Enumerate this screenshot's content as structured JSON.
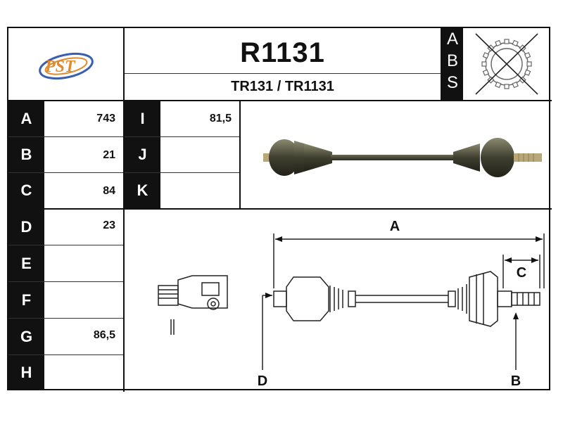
{
  "header": {
    "logo_text": "PST",
    "part_number": "R1131",
    "cross_reference": "TR131 / TR1131",
    "abs_letters": [
      "A",
      "B",
      "S"
    ]
  },
  "spec_left": [
    {
      "letter": "A",
      "value": "743"
    },
    {
      "letter": "B",
      "value": "21"
    },
    {
      "letter": "C",
      "value": "84"
    },
    {
      "letter": "D",
      "value": "23"
    },
    {
      "letter": "E",
      "value": ""
    },
    {
      "letter": "F",
      "value": ""
    },
    {
      "letter": "G",
      "value": "86,5"
    },
    {
      "letter": "H",
      "value": ""
    }
  ],
  "spec_mid": [
    {
      "letter": "I",
      "value": "81,5"
    },
    {
      "letter": "J",
      "value": ""
    },
    {
      "letter": "K",
      "value": ""
    }
  ],
  "diagram": {
    "label_a": "A",
    "label_b": "B",
    "label_c": "C",
    "label_d": "D"
  },
  "colors": {
    "frame": "#111111",
    "shaft_photo": "#5a5a48",
    "logo_orange": "#e08a2a",
    "logo_blue": "#3a5fb0"
  }
}
